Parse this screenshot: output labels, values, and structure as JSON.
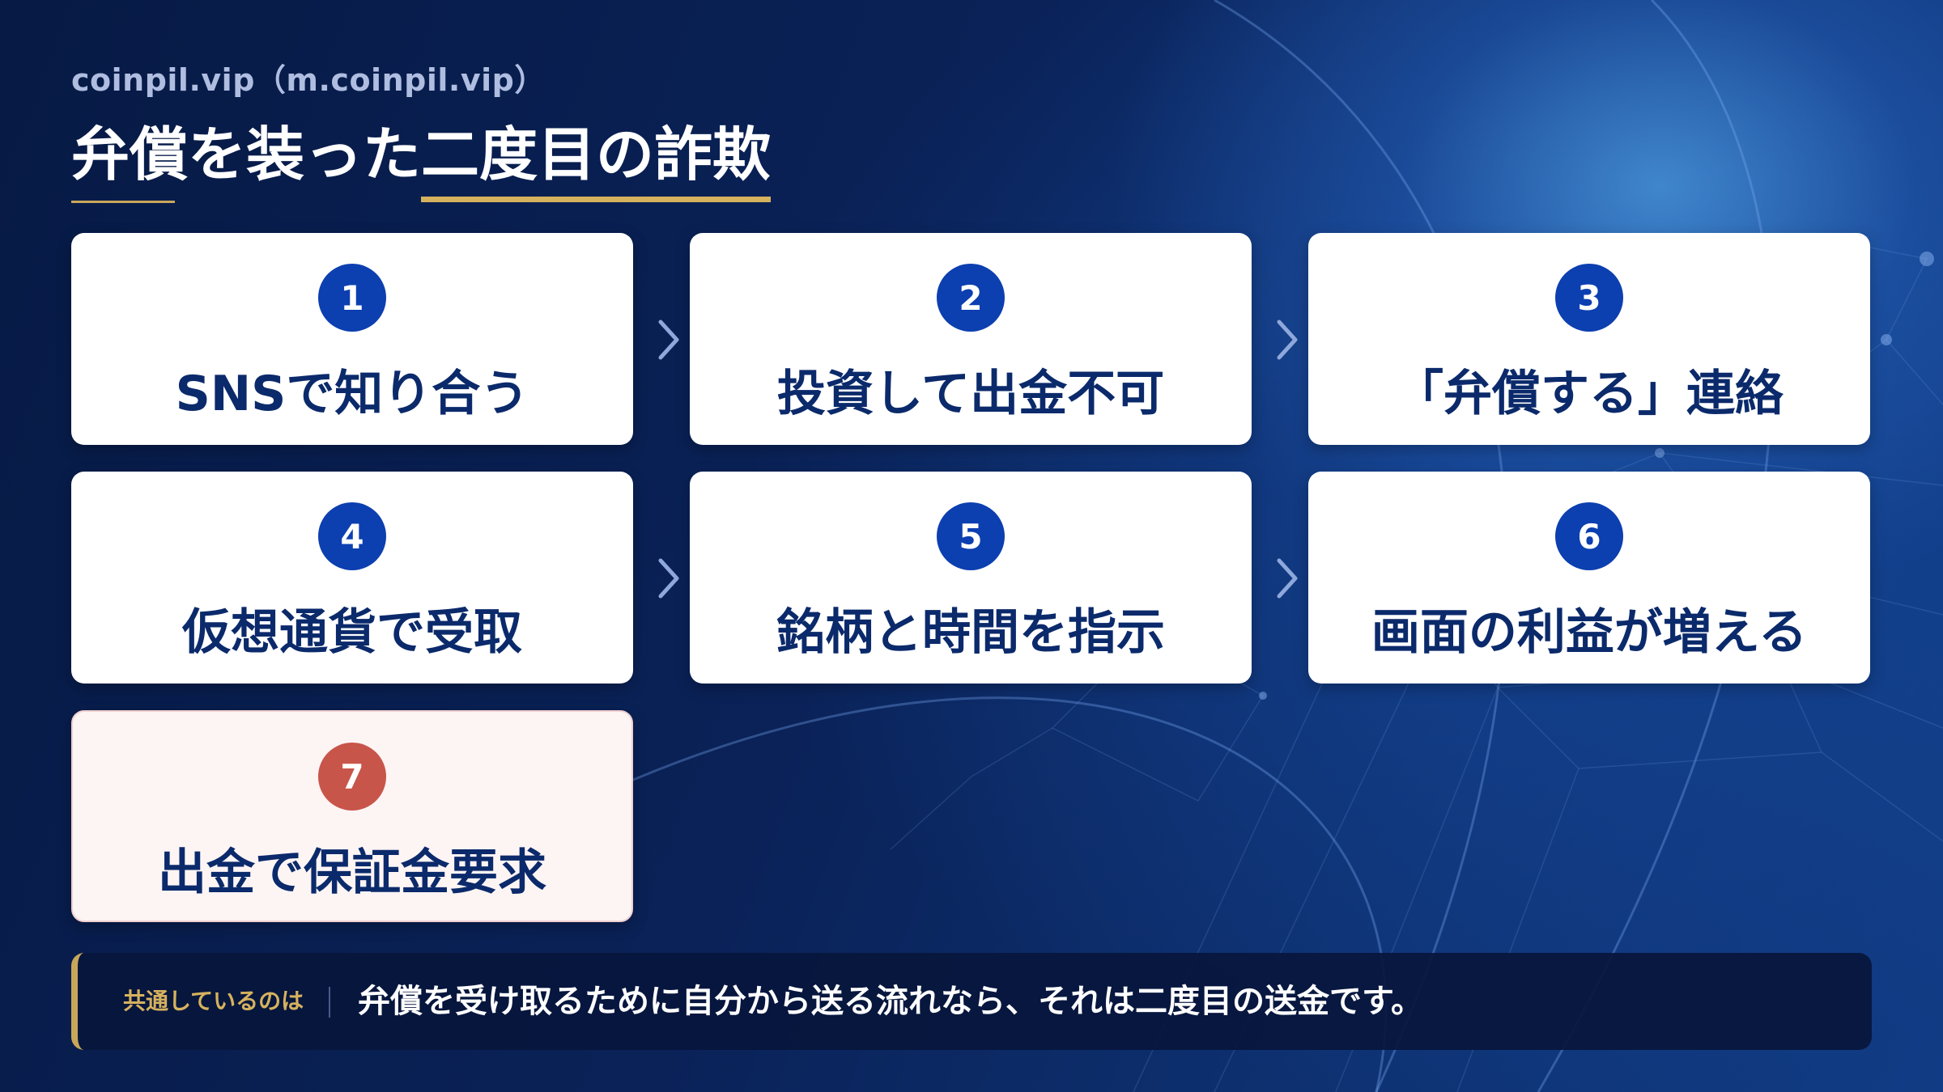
{
  "header": {
    "site": "coinpil.vip（m.coinpil.vip）",
    "title_main": "弁償を装った",
    "title_highlight": "二度目の詐欺"
  },
  "steps": [
    {
      "number": "1",
      "label": "SNSで知り合う"
    },
    {
      "number": "2",
      "label": "投資して出金不可"
    },
    {
      "number": "3",
      "label": "「弁償する」連絡"
    },
    {
      "number": "4",
      "label": "仮想通貨で受取"
    },
    {
      "number": "5",
      "label": "銘柄と時間を指示"
    },
    {
      "number": "6",
      "label": "画面の利益が増える"
    },
    {
      "number": "7",
      "label": "出金で保証金要求"
    }
  ],
  "banner": {
    "lead": "共通しているのは",
    "message": "弁償を受け取るために自分から送る流れなら、それは二度目の送金です。"
  },
  "colors": {
    "accent_gold": "#d6b25e",
    "badge_blue": "#0c3fb0",
    "badge_red": "#c8554a",
    "label_navy": "#0b2a6b"
  }
}
